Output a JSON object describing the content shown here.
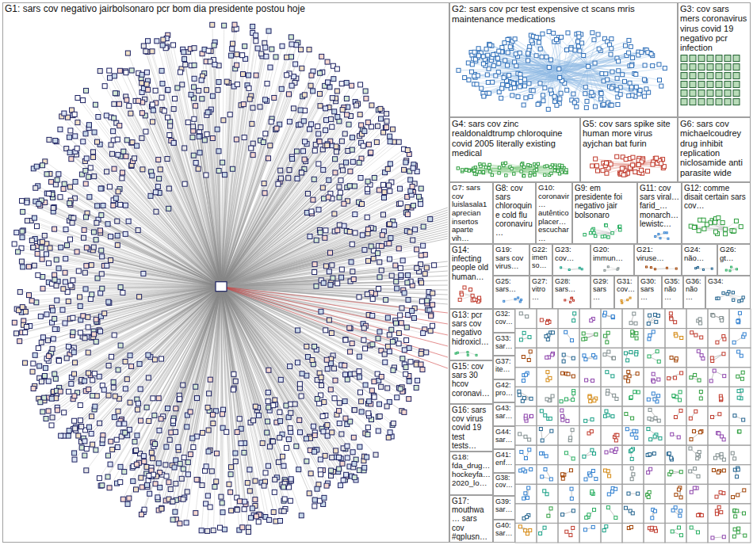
{
  "diagram": {
    "nodes": [
      {
        "text": [
          "G1: sars cov negativo jairbolsonaro pcr bom dia presidente postou hoje"
        ]
      },
      {
        "text": [
          "G2: sars cov pcr test expensive ct scans mris maintenance medications"
        ]
      },
      {
        "text": [
          "G3: cov sars mers coronavirus virus covid 19 negativo pcr infection"
        ]
      },
      {
        "text": [
          "G4: sars cov zinc realdonaldtrump chloroquine covid 2005 literally existing medical"
        ]
      },
      {
        "text": [
          "G5: cov sars spike site human more virus ayjchan bat furin"
        ]
      },
      {
        "text": [
          "G6: sars cov michaelcoudrey drug inhibit replication niclosamide anti parasite wide"
        ]
      },
      {
        "text": [
          "G7: sars cov luislasala1 aprecian insertos aparte vih…"
        ]
      },
      {
        "text": [
          "G8: cov sars chloroquine cold flu coronaviru…"
        ]
      },
      {
        "text": [
          "G10: coronavir… autêntico placer… escuchar…"
        ]
      },
      {
        "text": [
          "G9: em presidente foi negativo jair bolsonaro"
        ]
      },
      {
        "text": [
          "G11: cov sars viral… farid_… monarch… lewistc…"
        ]
      },
      {
        "text": [
          "G12: comme disait certain sars cov…"
        ]
      },
      {
        "text": [
          "G14: infecting people old human…"
        ]
      },
      {
        "text": [
          "G19: sars cov virus…"
        ]
      },
      {
        "text": [
          "G22: imenso…"
        ]
      },
      {
        "text": [
          "G23: cov…"
        ]
      },
      {
        "text": [
          "G20: immun…"
        ]
      },
      {
        "text": [
          "G21: viruse…"
        ]
      },
      {
        "text": [
          "G24: não…"
        ]
      },
      {
        "text": [
          "G26: gt…"
        ]
      },
      {
        "text": [
          "G25: sars…"
        ]
      },
      {
        "text": [
          "G27: vitro…"
        ]
      },
      {
        "text": [
          "G28: sars…"
        ]
      },
      {
        "text": [
          "G29: sars…"
        ]
      },
      {
        "text": [
          "G31: cov…"
        ]
      },
      {
        "text": [
          "G30: sars…"
        ]
      },
      {
        "text": [
          "G35: não…"
        ]
      },
      {
        "text": [
          "G36: não…"
        ]
      },
      {
        "text": [
          "G34:"
        ]
      },
      {
        "text": [
          "G13: pcr sars cov negativo hidroxicl…"
        ]
      },
      {
        "text": [
          "G15: cov sars 30 hcov coronavi…"
        ]
      },
      {
        "text": [
          "G16: sars cov virus covid 19 test tests…"
        ]
      },
      {
        "text": [
          "G18: fda_drug… hockeyfa… 2020_lo…"
        ]
      },
      {
        "text": [
          "G17: mouthwa… sars cov #qplusn…"
        ]
      },
      {
        "text": [
          "G32: cov…"
        ]
      },
      {
        "text": [
          "G33: sar…"
        ]
      },
      {
        "text": [
          "G37: ite…"
        ]
      },
      {
        "text": [
          "G42: pro…"
        ]
      },
      {
        "text": [
          "G43: sar…"
        ]
      },
      {
        "text": [
          "G44: sar…"
        ]
      },
      {
        "text": [
          "G41: enf…"
        ]
      },
      {
        "text": [
          "G38: cov…"
        ]
      },
      {
        "text": [
          "G39: sar…"
        ]
      },
      {
        "text": [
          "G40: sar…"
        ]
      }
    ]
  }
}
